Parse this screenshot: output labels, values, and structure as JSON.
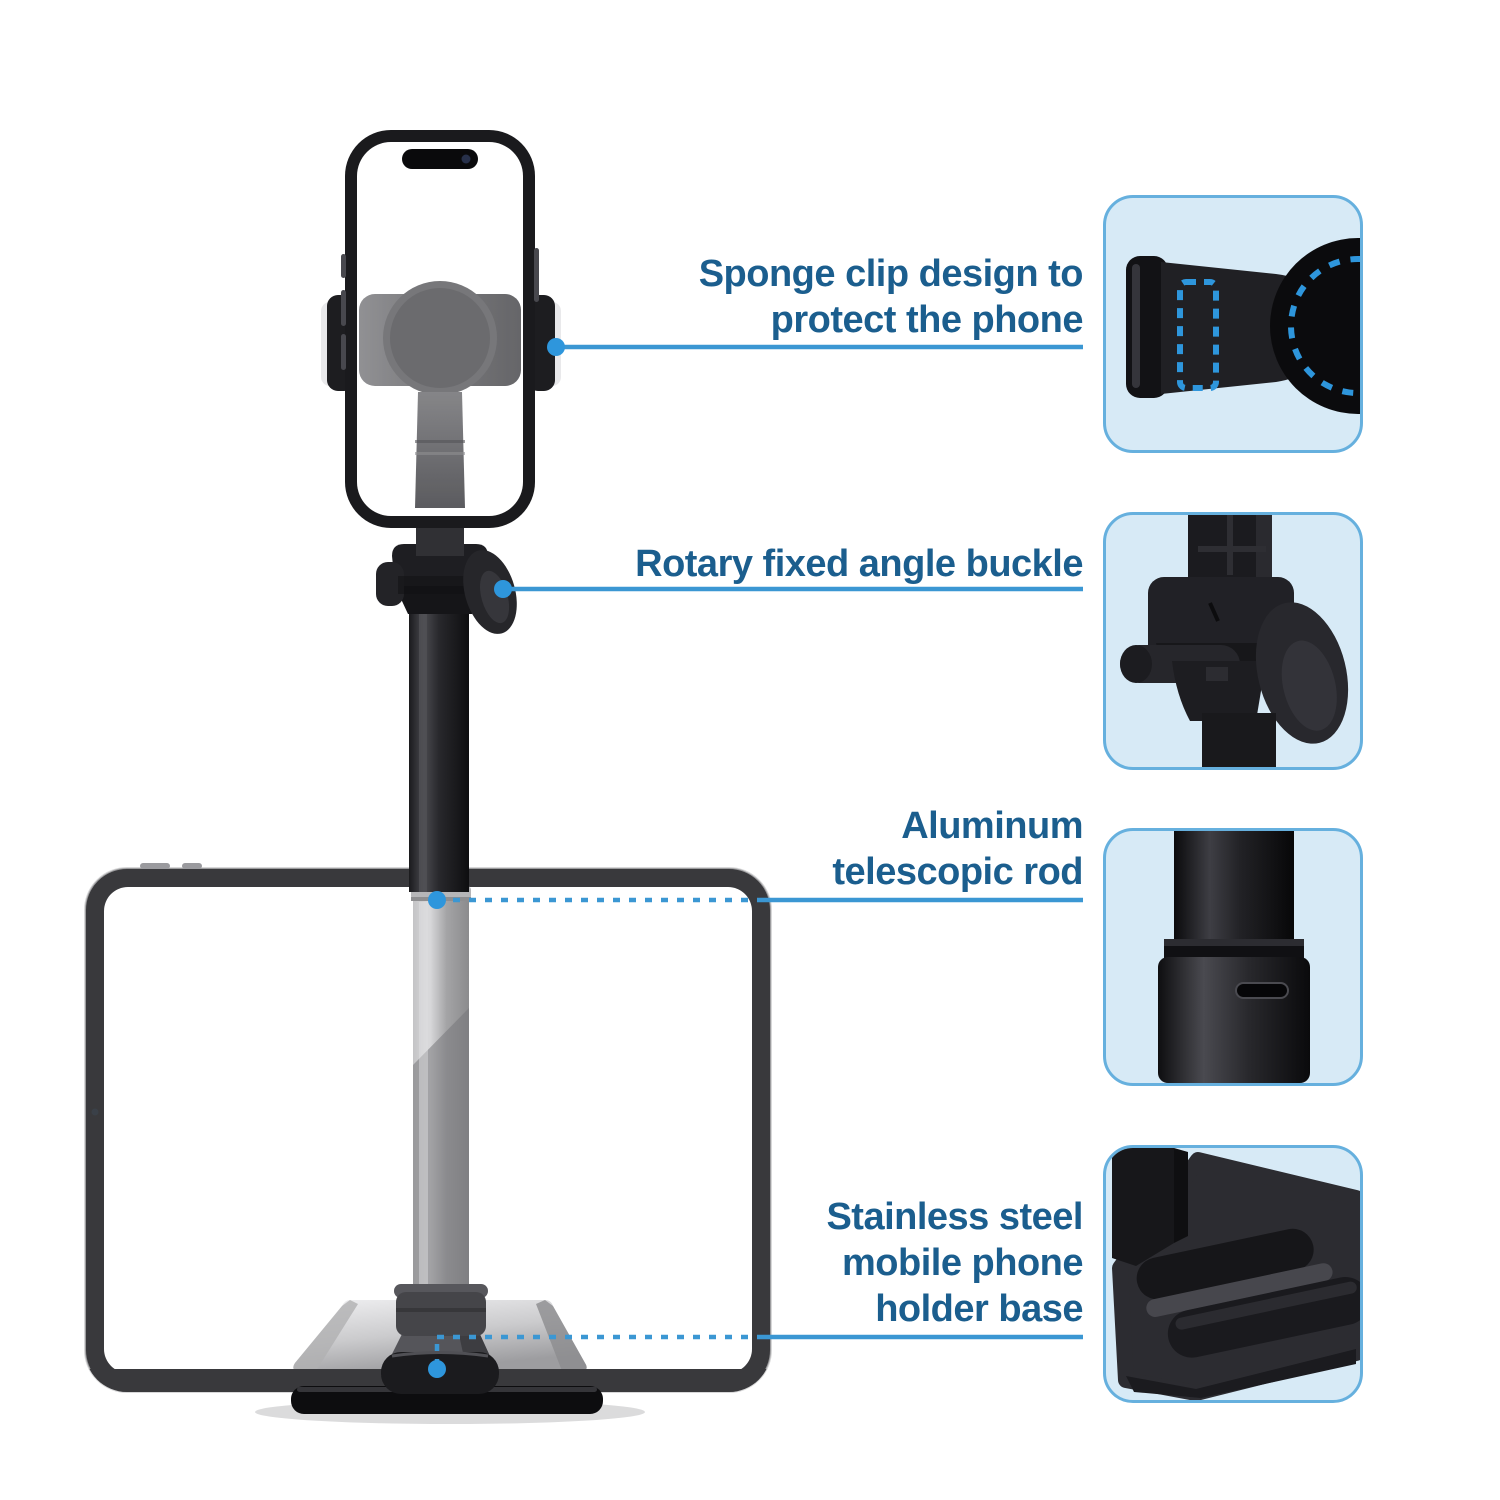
{
  "page": {
    "title": "Phone holder stand feature infographic",
    "background": "#ffffff"
  },
  "colors": {
    "label_text": "#1b5e8e",
    "leader_line": "#3b97d3",
    "leader_dot": "#2e96dc",
    "dashed_highlight": "#2e96dc",
    "callout_bg": "#d7eaf6",
    "callout_border": "#66b0de",
    "product_dark": "#1a1a1d"
  },
  "labels": [
    {
      "id": "sponge-clip",
      "lines": [
        "Sponge clip design to",
        "protect the phone"
      ]
    },
    {
      "id": "rotary-buckle",
      "lines": [
        "Rotary fixed angle buckle"
      ]
    },
    {
      "id": "telescopic-rod",
      "lines": [
        "Aluminum",
        "telescopic rod"
      ]
    },
    {
      "id": "holder-base",
      "lines": [
        "Stainless steel",
        "mobile phone",
        "holder base"
      ]
    }
  ],
  "callouts": [
    {
      "id": "sponge-clip-closeup",
      "icon": "sponge-clip-photo"
    },
    {
      "id": "rotary-buckle-closeup",
      "icon": "rotary-buckle-photo"
    },
    {
      "id": "telescopic-rod-closeup",
      "icon": "telescopic-rod-photo"
    },
    {
      "id": "holder-base-closeup",
      "icon": "holder-base-photo"
    }
  ]
}
